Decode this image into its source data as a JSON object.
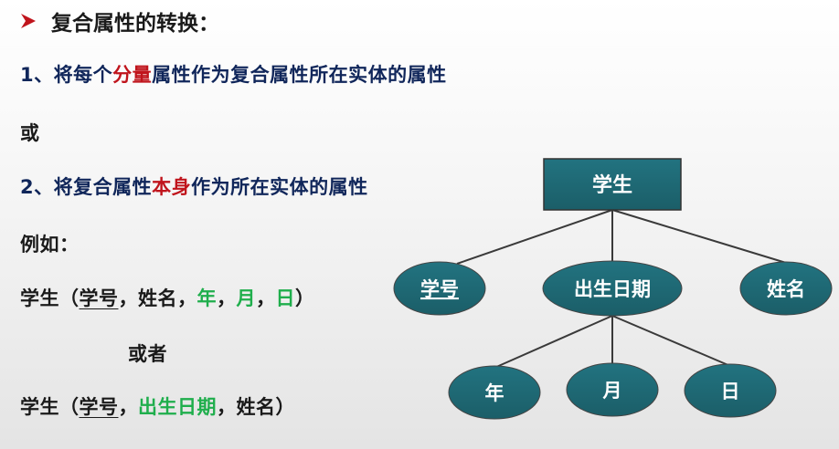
{
  "title": {
    "icon": "arrow-bullet-icon",
    "text": "复合属性的转换："
  },
  "lines": {
    "line1": {
      "pre": "1、将每个",
      "highlight": "分量",
      "post": "属性作为复合属性所在实体的属性"
    },
    "or": "或",
    "line2": {
      "pre": "2、将复合属性",
      "highlight": "本身",
      "post": "作为所在实体的属性"
    },
    "example": "例如：",
    "ex1": {
      "pre": "学生（",
      "key": "学号",
      "mid": "，姓名，",
      "a": "年",
      "c1": "，",
      "b": "月",
      "c2": "，",
      "c": "日",
      "post": "）"
    },
    "or2": "或者",
    "ex2": {
      "pre": "学生（",
      "key": "学号",
      "mid": "，",
      "green": "出生日期",
      "post": "，姓名）"
    }
  },
  "diagram": {
    "entity": "学生",
    "attributes": [
      "学号",
      "出生日期",
      "姓名"
    ],
    "sub_attributes": [
      "年",
      "月",
      "日"
    ],
    "colors": {
      "node": "#1f6670",
      "line": "#3a3a3a"
    }
  }
}
